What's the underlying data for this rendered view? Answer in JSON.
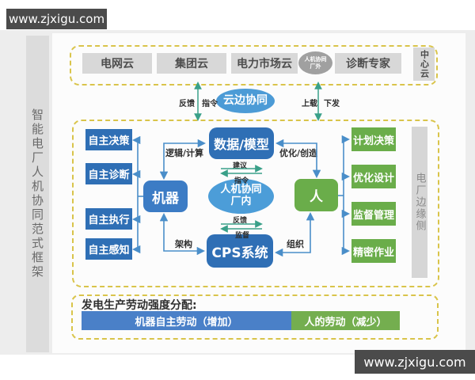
{
  "watermarks": {
    "top_left": "www.zjxigu.com",
    "bottom_right": "www.zjxigu.com"
  },
  "frame_title": "智能电厂人机协同范式框架",
  "cloud_row": {
    "grid_cloud": "电网云",
    "group_cloud": "集团云",
    "market_cloud": "电力市场云",
    "hmc_outside_line1": "人机协同",
    "hmc_outside_line2": "厂外",
    "expert": "诊断专家",
    "center_cloud": "中心云"
  },
  "edge_link": {
    "cloud_edge": "云边协同",
    "feedback": "反馈",
    "command": "指令",
    "upload": "上载",
    "dispatch": "下发"
  },
  "main": {
    "machine_side": {
      "items": [
        "自主决策",
        "自主诊断",
        "自主执行",
        "自主感知"
      ],
      "machine": "机器"
    },
    "center": {
      "data_model": "数据/模型",
      "hmc_inside_line1": "人机协同",
      "hmc_inside_line2": "厂内",
      "cps": "CPS系统"
    },
    "human_side": {
      "human": "人",
      "items": [
        "计划决策",
        "优化设计",
        "监督管理",
        "精密作业"
      ]
    },
    "edge_label": "电厂边缘侧",
    "arrows": {
      "logic": "逻辑/计算",
      "optimize": "优化/创造",
      "architecture": "架构",
      "organize": "组织",
      "suggest": "建议",
      "instruct": "指令",
      "feedback": "反馈",
      "supervise": "监督"
    }
  },
  "bottom": {
    "title": "发电生产劳动强度分配:",
    "machine_labor": "机器自主劳动（增加）",
    "human_labor": "人的劳动（减少）"
  },
  "colors": {
    "box_blue": "#2f6fb5",
    "box_green": "#6aad4a",
    "ellipse_blue": "#4c9dd8",
    "dashed_border": "#d9c44a",
    "arrow_blue": "#4a8ec9",
    "arrow_teal": "#3aa089",
    "bar_blue": "#4a80c8",
    "bar_green": "#74ae4f"
  }
}
